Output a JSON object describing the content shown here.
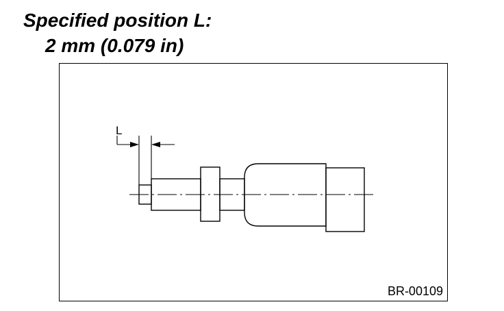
{
  "heading": {
    "label": "Specified position L:",
    "value": "2 mm (0.079 in)"
  },
  "figure": {
    "dimension_label": "L",
    "code": "BR-00109"
  },
  "colors": {
    "ink": "#000000",
    "paper": "#ffffff"
  }
}
